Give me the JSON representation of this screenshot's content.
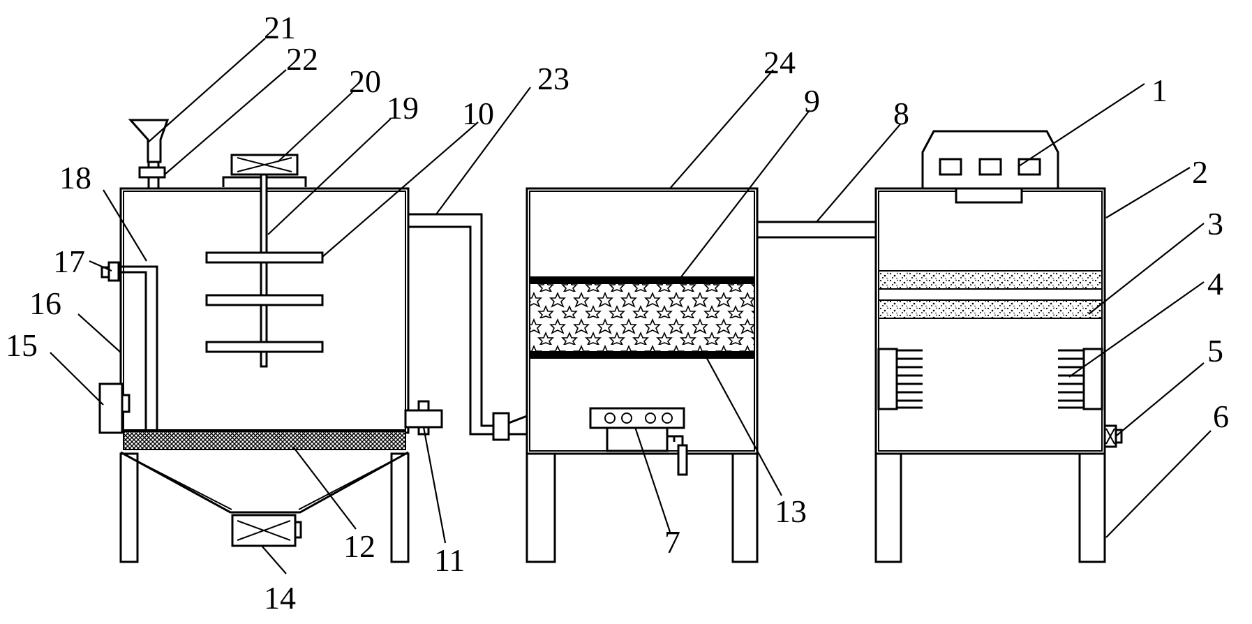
{
  "labels": {
    "n1": "1",
    "n2": "2",
    "n3": "3",
    "n4": "4",
    "n5": "5",
    "n6": "6",
    "n7": "7",
    "n8": "8",
    "n9": "9",
    "n10": "10",
    "n11": "11",
    "n12": "12",
    "n13": "13",
    "n14": "14",
    "n15": "15",
    "n16": "16",
    "n17": "17",
    "n18": "18",
    "n19": "19",
    "n20": "20",
    "n21": "21",
    "n22": "22",
    "n23": "23",
    "n24": "24"
  },
  "colors": {
    "line": "#000000",
    "background": "#ffffff"
  }
}
